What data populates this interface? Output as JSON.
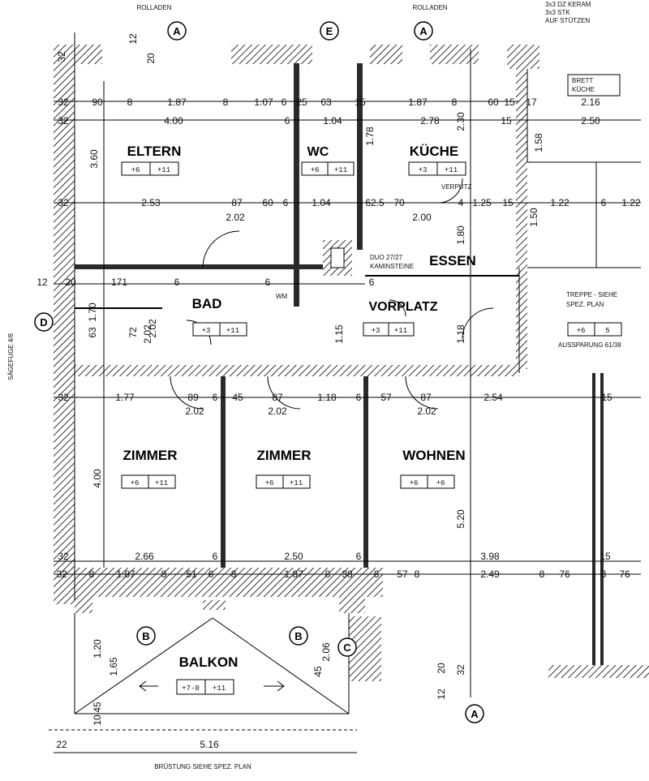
{
  "rooms": {
    "eltern": "ELTERN",
    "wc": "WC",
    "kueche": "KÜCHE",
    "essen": "ESSEN",
    "bad": "BAD",
    "vorplatz": "VORPLATZ",
    "zimmer1": "ZIMMER",
    "zimmer2": "ZIMMER",
    "wohnen": "WOHNEN",
    "balkon": "BALKON"
  },
  "notes": {
    "rolladen_left": "ROLLADEN",
    "rolladen_right": "ROLLADEN",
    "top_right_1": "3x3 DZ KERAM",
    "top_right_2": "3x3 STK",
    "top_right_3": "AUF STÜTZEN",
    "top_right_box1": "BRETT",
    "top_right_box2": "KÜCHE",
    "kamin_1": "DUO 27/27",
    "kamin_2": "KAMINSTEINE",
    "verputz": "VERPUTZ",
    "treppe_1": "TREPPE - SIEHE",
    "treppe_2": "SPEZ. PLAN",
    "aussparung": "AUSSPARUNG 61/38",
    "bruestung": "BRÜSTUNG SIEHE SPEZ. PLAN",
    "side_label": "SÄGEFUGE 4/8",
    "waschmaschine": "WM"
  },
  "axes": {
    "a1": "A",
    "e": "E",
    "a2": "A",
    "d": "D",
    "b1": "B",
    "b2": "B",
    "c": "C",
    "a3": "A"
  },
  "room_tags": {
    "eltern": [
      "+6",
      "+11"
    ],
    "wc": [
      "+6",
      "+11"
    ],
    "kueche": [
      "+3",
      "+11"
    ],
    "bad": [
      "+3",
      "+11"
    ],
    "vorplatz": [
      "+3",
      "+11"
    ],
    "zimmer1": [
      "+6",
      "+11"
    ],
    "zimmer2": [
      "+6",
      "+11"
    ],
    "wohnen": [
      "+6",
      "+6"
    ],
    "balkon": [
      "+7-0",
      "+11"
    ],
    "right": [
      "+6",
      "5"
    ]
  },
  "dims": {
    "row_top": [
      "32",
      "90",
      "8",
      "1.87",
      "8",
      "1.07",
      "6",
      "25",
      "63",
      "15",
      "1.87",
      "8",
      "60",
      "15",
      "17",
      "2.16"
    ],
    "row_400": [
      "32",
      "4.00",
      "6",
      "1.04",
      "2.78",
      "15",
      "2.50"
    ],
    "row_253": [
      "32",
      "2.53",
      "87",
      "60",
      "6",
      "1.04",
      "62.5",
      "70",
      "4",
      "1.25",
      "15",
      "1.22",
      "6",
      "1.22"
    ],
    "row_202a": [
      "2.02",
      "2.00"
    ],
    "row_mid": [
      "12",
      "20",
      "171",
      "6",
      "6",
      "6"
    ],
    "row_177": [
      "32",
      "1.77",
      "89",
      "6",
      "45",
      "87",
      "1.18",
      "6",
      "57",
      "87",
      "2.54",
      "15"
    ],
    "row_202b": [
      "2.02",
      "2.02",
      "2.02"
    ],
    "row_266": [
      "32",
      "2.66",
      "6",
      "2.50",
      "6",
      "3.98",
      "15"
    ],
    "row_187": [
      "32",
      "8",
      "1.87",
      "8",
      "51",
      "6",
      "8",
      "1.87",
      "8",
      "38",
      "6",
      "57",
      "8",
      "2.49",
      "8",
      "76",
      "8",
      "76"
    ],
    "row_516": [
      "22",
      "5.16"
    ],
    "vert": [
      "12",
      "20",
      "32",
      "3.60",
      "1.78",
      "2.30",
      "1.80",
      "1.58",
      "1.50",
      "2.02",
      "1.70",
      "72",
      "2.02",
      "63",
      "1.15",
      "1.18",
      "4.00",
      "5.20",
      "1.20",
      "1.65",
      "45",
      "10",
      "2.06",
      "45",
      "20",
      "12",
      "32"
    ]
  }
}
